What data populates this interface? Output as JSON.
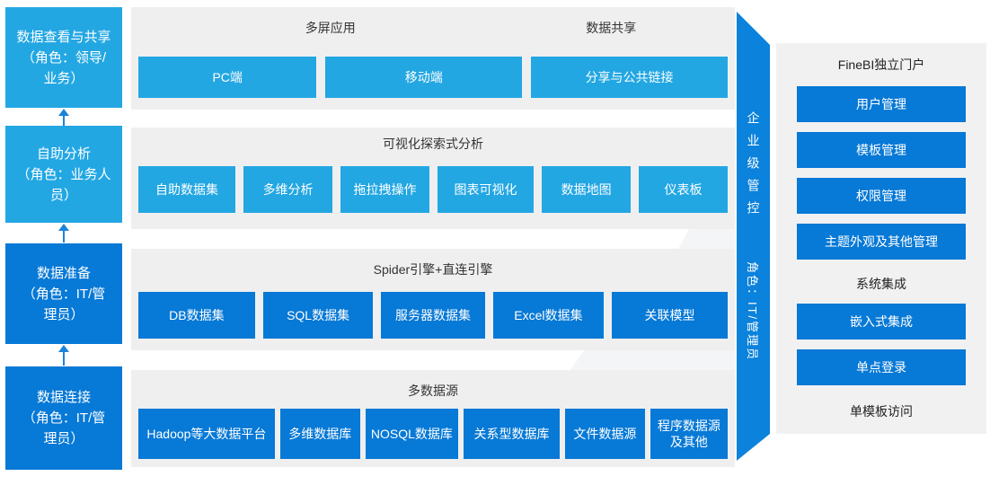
{
  "colors": {
    "light_blue": "#23a7e3",
    "dark_blue": "#0779d6",
    "ribbon_blue": "#0b82dc",
    "row_background": "#efefef",
    "panel_background": "#f1f1f2",
    "arrow_blue": "#1b84da"
  },
  "left_column": {
    "stages": [
      {
        "label": "数据查看与共享\n（角色：领导/\n业务）"
      },
      {
        "label": "自助分析\n（角色：业务人\n员）"
      },
      {
        "label": "数据准备\n（角色：IT/管\n理员）"
      },
      {
        "label": "数据连接\n（角色：IT/管\n理员）"
      }
    ]
  },
  "rows": [
    {
      "titles": [
        "多屏应用",
        "数据共享"
      ],
      "boxes": [
        "PC端",
        "移动端",
        "分享与公共链接"
      ]
    },
    {
      "title": "可视化探索式分析",
      "boxes": [
        "自助数据集",
        "多维分析",
        "拖拉拽操作",
        "图表可视化",
        "数据地图",
        "仪表板"
      ]
    },
    {
      "title": "Spider引擎+直连引擎",
      "boxes": [
        "DB数据集",
        "SQL数据集",
        "服务器数据集",
        "Excel数据集",
        "关联模型"
      ]
    },
    {
      "title": "多数据源",
      "boxes": [
        "Hadoop等大数据平台",
        "多维数据库",
        "NOSQL数据库",
        "关系型数据库",
        "文件数据源",
        "程序数据源\n及其他"
      ]
    }
  ],
  "ribbon": {
    "title": "企业级管控",
    "subtitle": "角色：IT/管理员"
  },
  "portal": {
    "title": "FineBI独立门户",
    "admin_boxes": [
      "用户管理",
      "模板管理",
      "权限管理",
      "主题外观及其他管理"
    ],
    "integration_label": "系统集成",
    "integration_boxes": [
      "嵌入式集成",
      "单点登录"
    ],
    "single_template_label": "单模板访问"
  }
}
